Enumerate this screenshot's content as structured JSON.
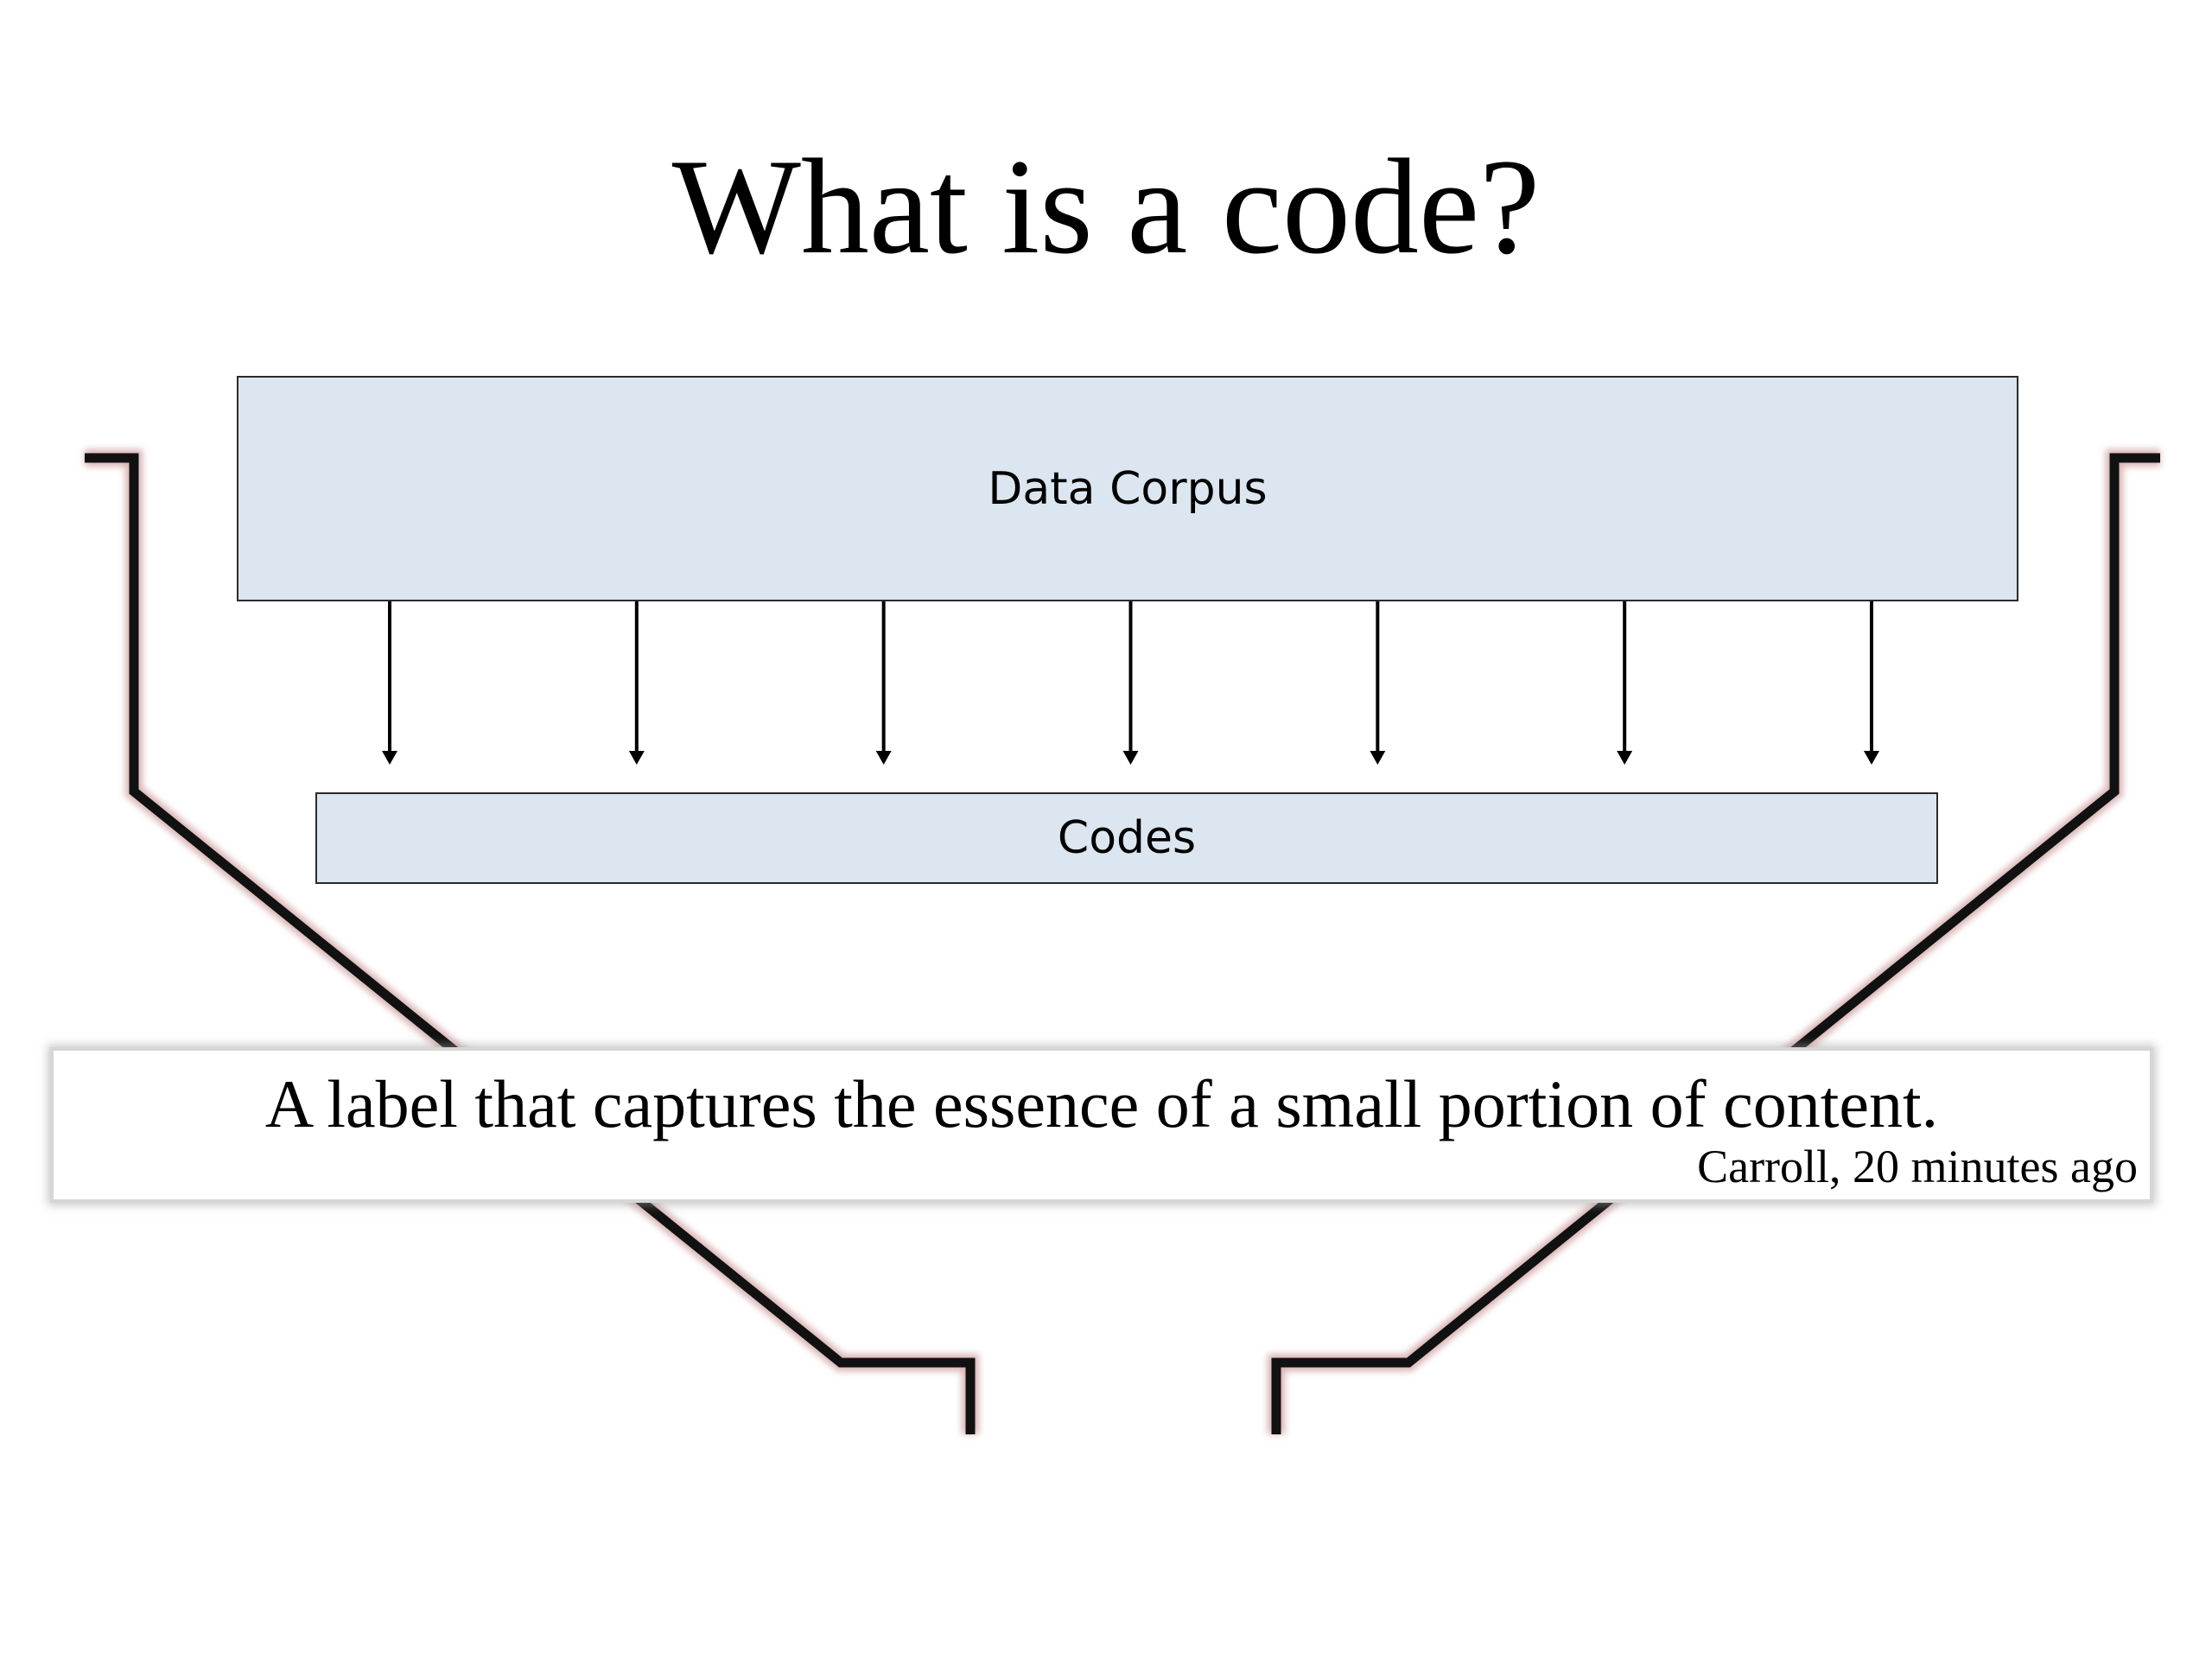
{
  "slide": {
    "title": "What is a code?",
    "corpus_label": "Data Corpus",
    "codes_label": "Codes",
    "definition": "A label that captures the essence of a small portion of content.",
    "attribution": "Carroll, 20 minutes ago",
    "arrow_count": 7
  },
  "colors": {
    "box_fill": "#dce6f1",
    "box_border": "#2b2b2b",
    "funnel_stroke": "#111111",
    "funnel_glow": "#d9b3b3",
    "background": "#ffffff"
  }
}
